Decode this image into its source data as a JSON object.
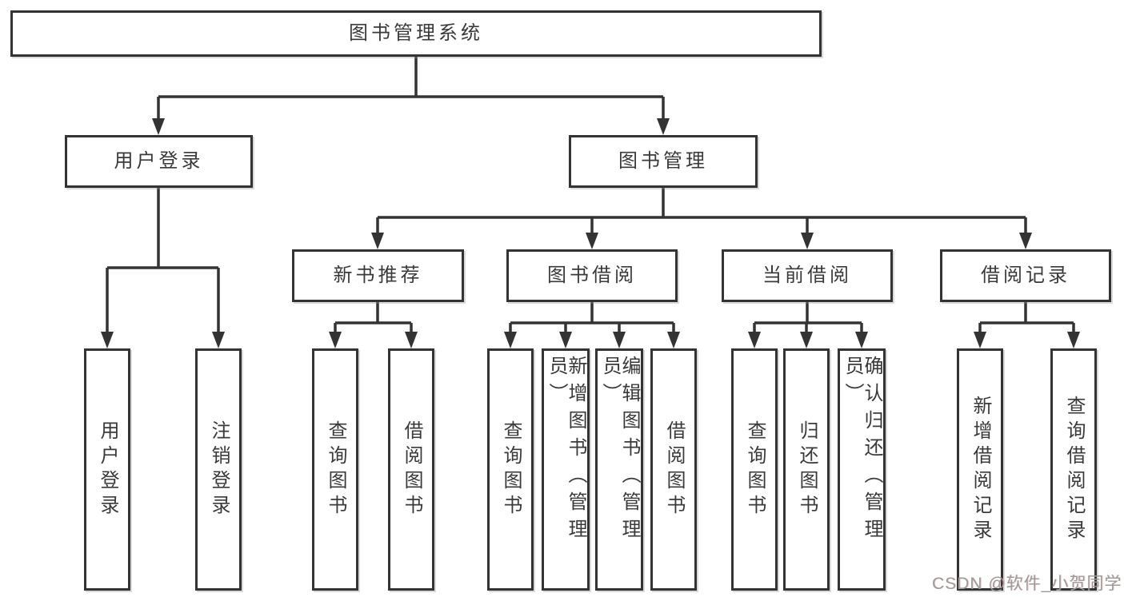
{
  "diagram": {
    "type": "tree",
    "title": "图书管理系统",
    "watermark": "CSDN @软件_小贺同学",
    "colors": {
      "line": "#333333",
      "text": "#3a3a3a",
      "background": "#ffffff",
      "watermark": "#9b9b9b"
    },
    "nodes": {
      "root": "图书管理系统",
      "user_login": "用户登录",
      "book_mgmt": "图书管理",
      "new_rec": "新书推荐",
      "book_borrow": "图书借阅",
      "current_borrow": "当前借阅",
      "borrow_records": "借阅记录",
      "leaf_login": "用户登录",
      "leaf_logout": "注销登录",
      "nr_query": "查询图书",
      "nr_borrow": "借阅图书",
      "bb_query": "查询图书",
      "bb_add": "新增图书（管理员）",
      "bb_edit": "编辑图书（管理员）",
      "bb_borrow": "借阅图书",
      "cb_query": "查询图书",
      "cb_return": "归还图书",
      "cb_confirm": "确认归还（管理员）",
      "br_add": "新增借阅记录",
      "br_query": "查询借阅记录"
    },
    "hierarchy": {
      "图书管理系统": {
        "用户登录": [
          "用户登录",
          "注销登录"
        ],
        "图书管理": {
          "新书推荐": [
            "查询图书",
            "借阅图书"
          ],
          "图书借阅": [
            "查询图书",
            "新增图书（管理员）",
            "编辑图书（管理员）",
            "借阅图书"
          ],
          "当前借阅": [
            "查询图书",
            "归还图书",
            "确认归还（管理员）"
          ],
          "借阅记录": [
            "新增借阅记录",
            "查询借阅记录"
          ]
        }
      }
    }
  }
}
